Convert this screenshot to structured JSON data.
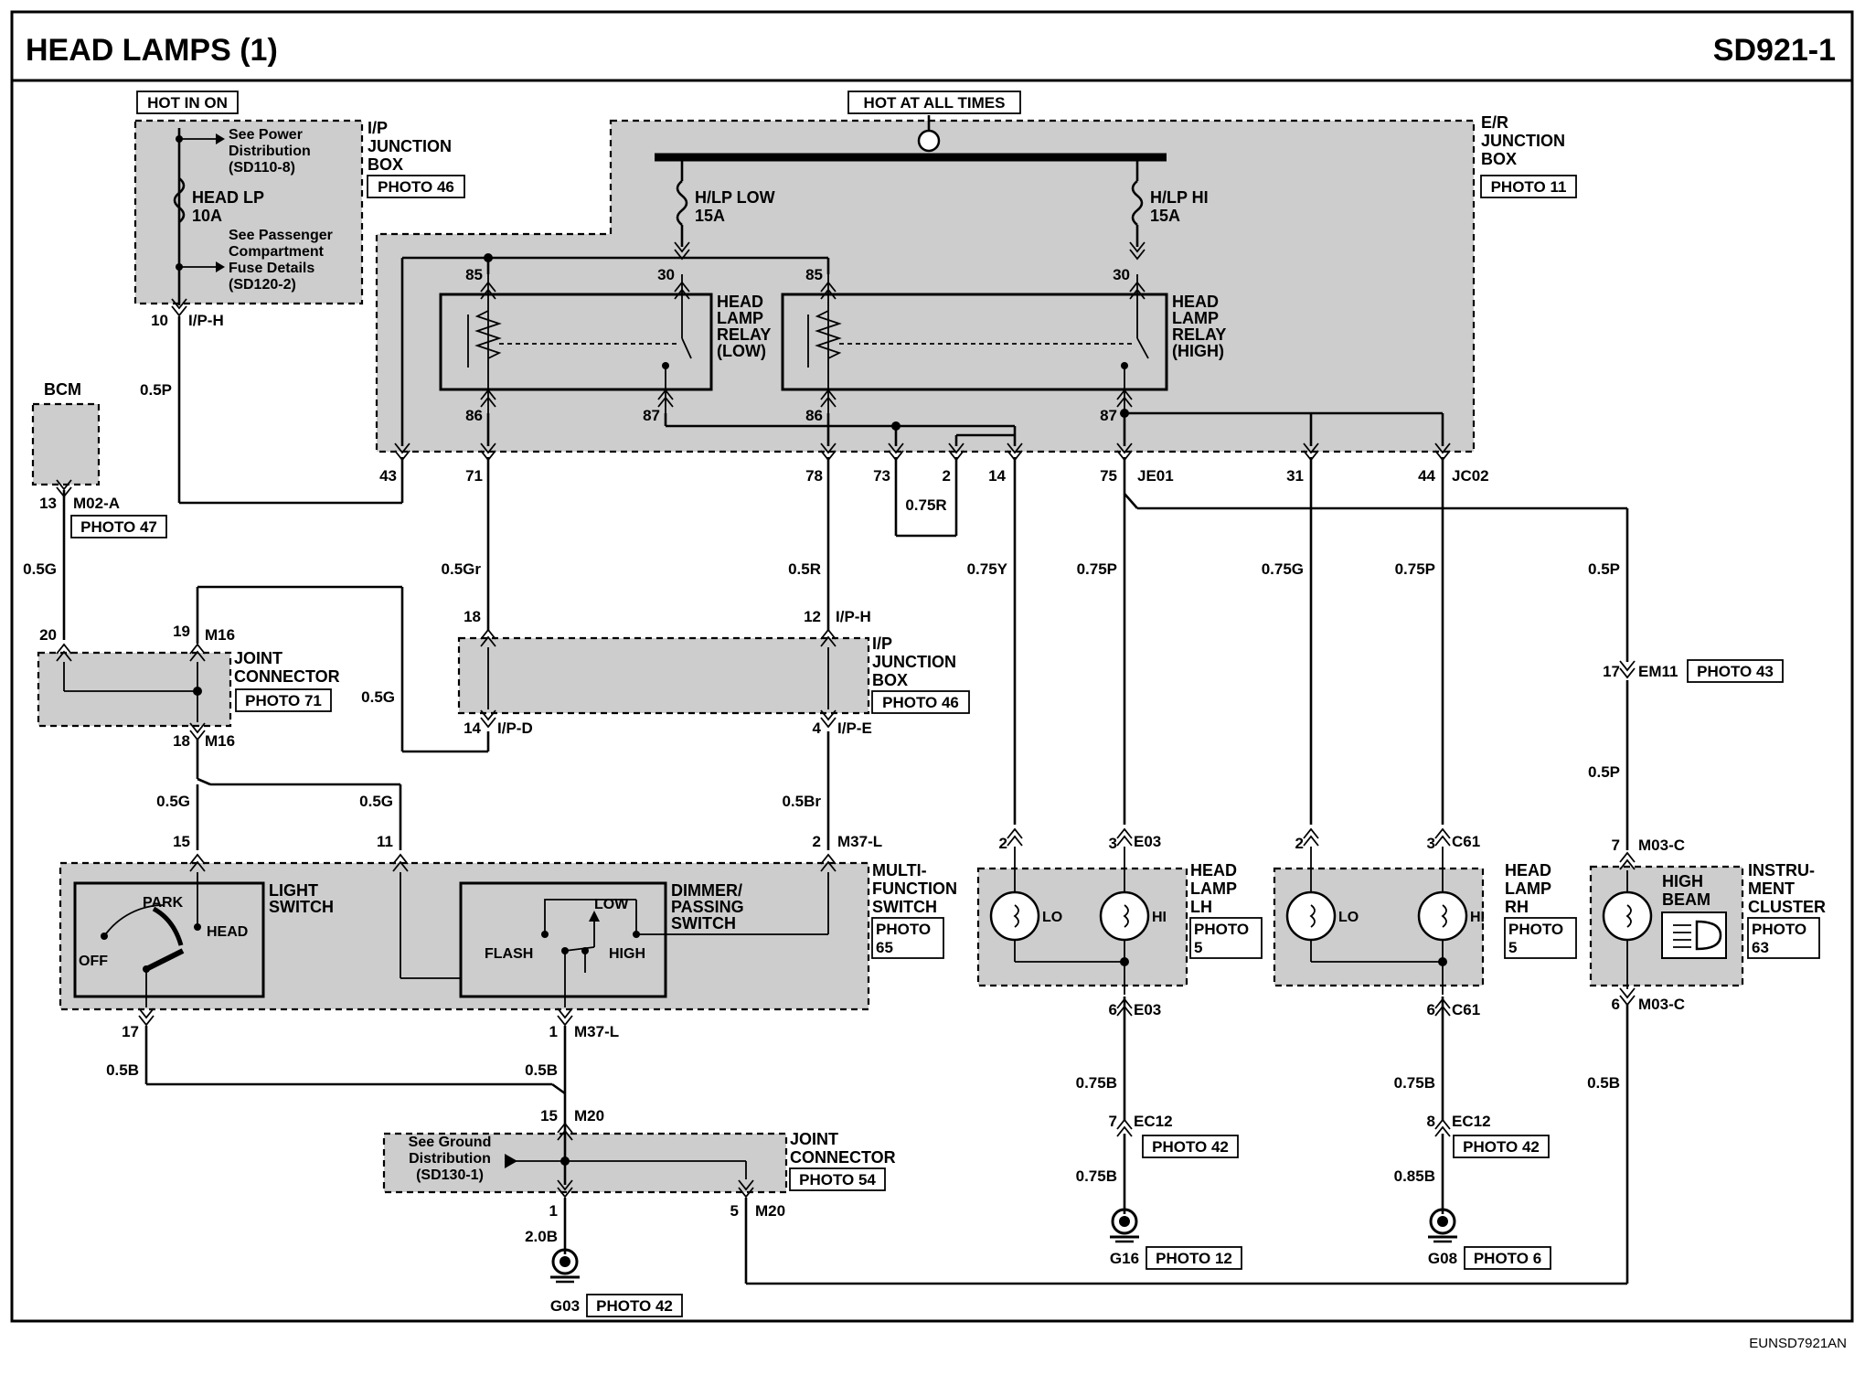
{
  "header": {
    "title": "HEAD LAMPS (1)",
    "code": "SD921-1"
  },
  "footer_code": "EUNSD7921AN",
  "power": {
    "hot_in_on": "HOT IN ON",
    "hot_at_all_times": "HOT AT ALL TIMES"
  },
  "ip_fuse": {
    "see_power_1": "See Power",
    "see_power_2": "Distribution",
    "see_power_3": "(SD110-8)",
    "fuse_name": "HEAD LP",
    "fuse_rating": "10A",
    "see_pass_1": "See Passenger",
    "see_pass_2": "Compartment",
    "see_pass_3": "Fuse Details",
    "see_pass_4": "(SD120-2)",
    "box_1": "I/P",
    "box_2": "JUNCTION",
    "box_3": "BOX",
    "photo": "PHOTO 46",
    "pin": "10",
    "conn": "I/P-H"
  },
  "er_box": {
    "label_1": "E/R",
    "label_2": "JUNCTION",
    "label_3": "BOX",
    "photo": "PHOTO 11",
    "fuse_low_name": "H/LP LOW",
    "fuse_low_rating": "15A",
    "fuse_hi_name": "H/LP HI",
    "fuse_hi_rating": "15A",
    "relay_low": [
      "HEAD",
      "LAMP",
      "RELAY",
      "(LOW)"
    ],
    "relay_high": [
      "HEAD",
      "LAMP",
      "RELAY",
      "(HIGH)"
    ],
    "pins": {
      "p85a": "85",
      "p30a": "30",
      "p86a": "86",
      "p87a": "87",
      "p85b": "85",
      "p30b": "30",
      "p86b": "86",
      "p87b": "87"
    },
    "out_pins": {
      "p43": "43",
      "p71": "71",
      "p78": "78",
      "p73": "73",
      "p2": "2",
      "p14": "14",
      "p75": "75",
      "p31": "31",
      "p44": "44"
    },
    "je01": "JE01",
    "jc02": "JC02",
    "jumper_wire": "0.75R"
  },
  "bcm": {
    "label": "BCM",
    "pin": "13",
    "conn": "M02-A",
    "photo": "PHOTO 47"
  },
  "wires": {
    "w_05P_a": "0.5P",
    "w_05G_a": "0.5G",
    "w_05Gr": "0.5Gr",
    "w_05R": "0.5R",
    "w_075Y": "0.75Y",
    "w_075P_a": "0.75P",
    "w_075G": "0.75G",
    "w_075P_b": "0.75P",
    "w_05P_b": "0.5P",
    "w_05G_b": "0.5G",
    "w_05P_c": "0.5P",
    "w_05G_c": "0.5G",
    "w_05G_d": "0.5G",
    "w_05Br": "0.5Br",
    "w_05B_a": "0.5B",
    "w_05B_b": "0.5B",
    "w_075B_a": "0.75B",
    "w_075B_b": "0.75B",
    "w_075B_c": "0.75B",
    "w_085B": "0.85B",
    "w_05B_c": "0.5B",
    "w_20B": "2.0B"
  },
  "joint_m16": {
    "pin20": "20",
    "pin19": "19",
    "pin18": "18",
    "conn_top": "M16",
    "conn_bot": "M16",
    "label_1": "JOINT",
    "label_2": "CONNECTOR",
    "photo": "PHOTO 71"
  },
  "ip_box2": {
    "pin18": "18",
    "pin12": "12",
    "conn_top": "I/P-H",
    "pin14": "14",
    "conn_d": "I/P-D",
    "pin4": "4",
    "conn_e": "I/P-E",
    "label_1": "I/P",
    "label_2": "JUNCTION",
    "label_3": "BOX",
    "photo": "PHOTO 46"
  },
  "em11": {
    "pin": "17",
    "conn": "EM11",
    "photo": "PHOTO 43"
  },
  "multi_switch": {
    "pin15": "15",
    "pin11": "11",
    "pin2": "2",
    "conn_top": "M37-L",
    "pin17": "17",
    "pin1": "1",
    "conn_bot": "M37-L",
    "light_1": "LIGHT",
    "light_2": "SWITCH",
    "park": "PARK",
    "head": "HEAD",
    "off": "OFF",
    "dimmer_1": "DIMMER/",
    "dimmer_2": "PASSING",
    "dimmer_3": "SWITCH",
    "low": "LOW",
    "flash": "FLASH",
    "high": "HIGH",
    "label_1": "MULTI-",
    "label_2": "FUNCTION",
    "label_3": "SWITCH",
    "photo_1": "PHOTO",
    "photo_2": "65"
  },
  "lamp_lh": {
    "pin2": "2",
    "pin3": "3",
    "conn_top": "E03",
    "lo": "LO",
    "hi": "HI",
    "label_1": "HEAD",
    "label_2": "LAMP",
    "label_3": "LH",
    "photo_1": "PHOTO",
    "photo_2": "5",
    "pin6": "6",
    "conn_bot": "E03",
    "ec_pin": "7",
    "ec_conn": "EC12",
    "ec_photo": "PHOTO 42",
    "ground": "G16",
    "ground_photo": "PHOTO 12"
  },
  "lamp_rh": {
    "pin2": "2",
    "pin3": "3",
    "conn_top": "C61",
    "lo": "LO",
    "hi": "HI",
    "label_1": "HEAD",
    "label_2": "LAMP",
    "label_3": "RH",
    "photo_1": "PHOTO",
    "photo_2": "5",
    "pin6": "6",
    "conn_bot": "C61",
    "ec_pin": "8",
    "ec_conn": "EC12",
    "ec_photo": "PHOTO 42",
    "ground": "G08",
    "ground_photo": "PHOTO 6"
  },
  "cluster": {
    "pin7": "7",
    "conn_top": "M03-C",
    "beam_1": "HIGH",
    "beam_2": "BEAM",
    "label_1": "INSTRU-",
    "label_2": "MENT",
    "label_3": "CLUSTER",
    "photo_1": "PHOTO",
    "photo_2": "63",
    "pin6": "6",
    "conn_bot": "M03-C"
  },
  "joint_m20": {
    "pin15": "15",
    "conn_top": "M20",
    "see_1": "See Ground",
    "see_2": "Distribution",
    "see_3": "(SD130-1)",
    "label_1": "JOINT",
    "label_2": "CONNECTOR",
    "photo": "PHOTO 54",
    "pin1": "1",
    "pin5": "5",
    "conn_bot": "M20",
    "ground": "G03",
    "ground_photo": "PHOTO 42"
  }
}
